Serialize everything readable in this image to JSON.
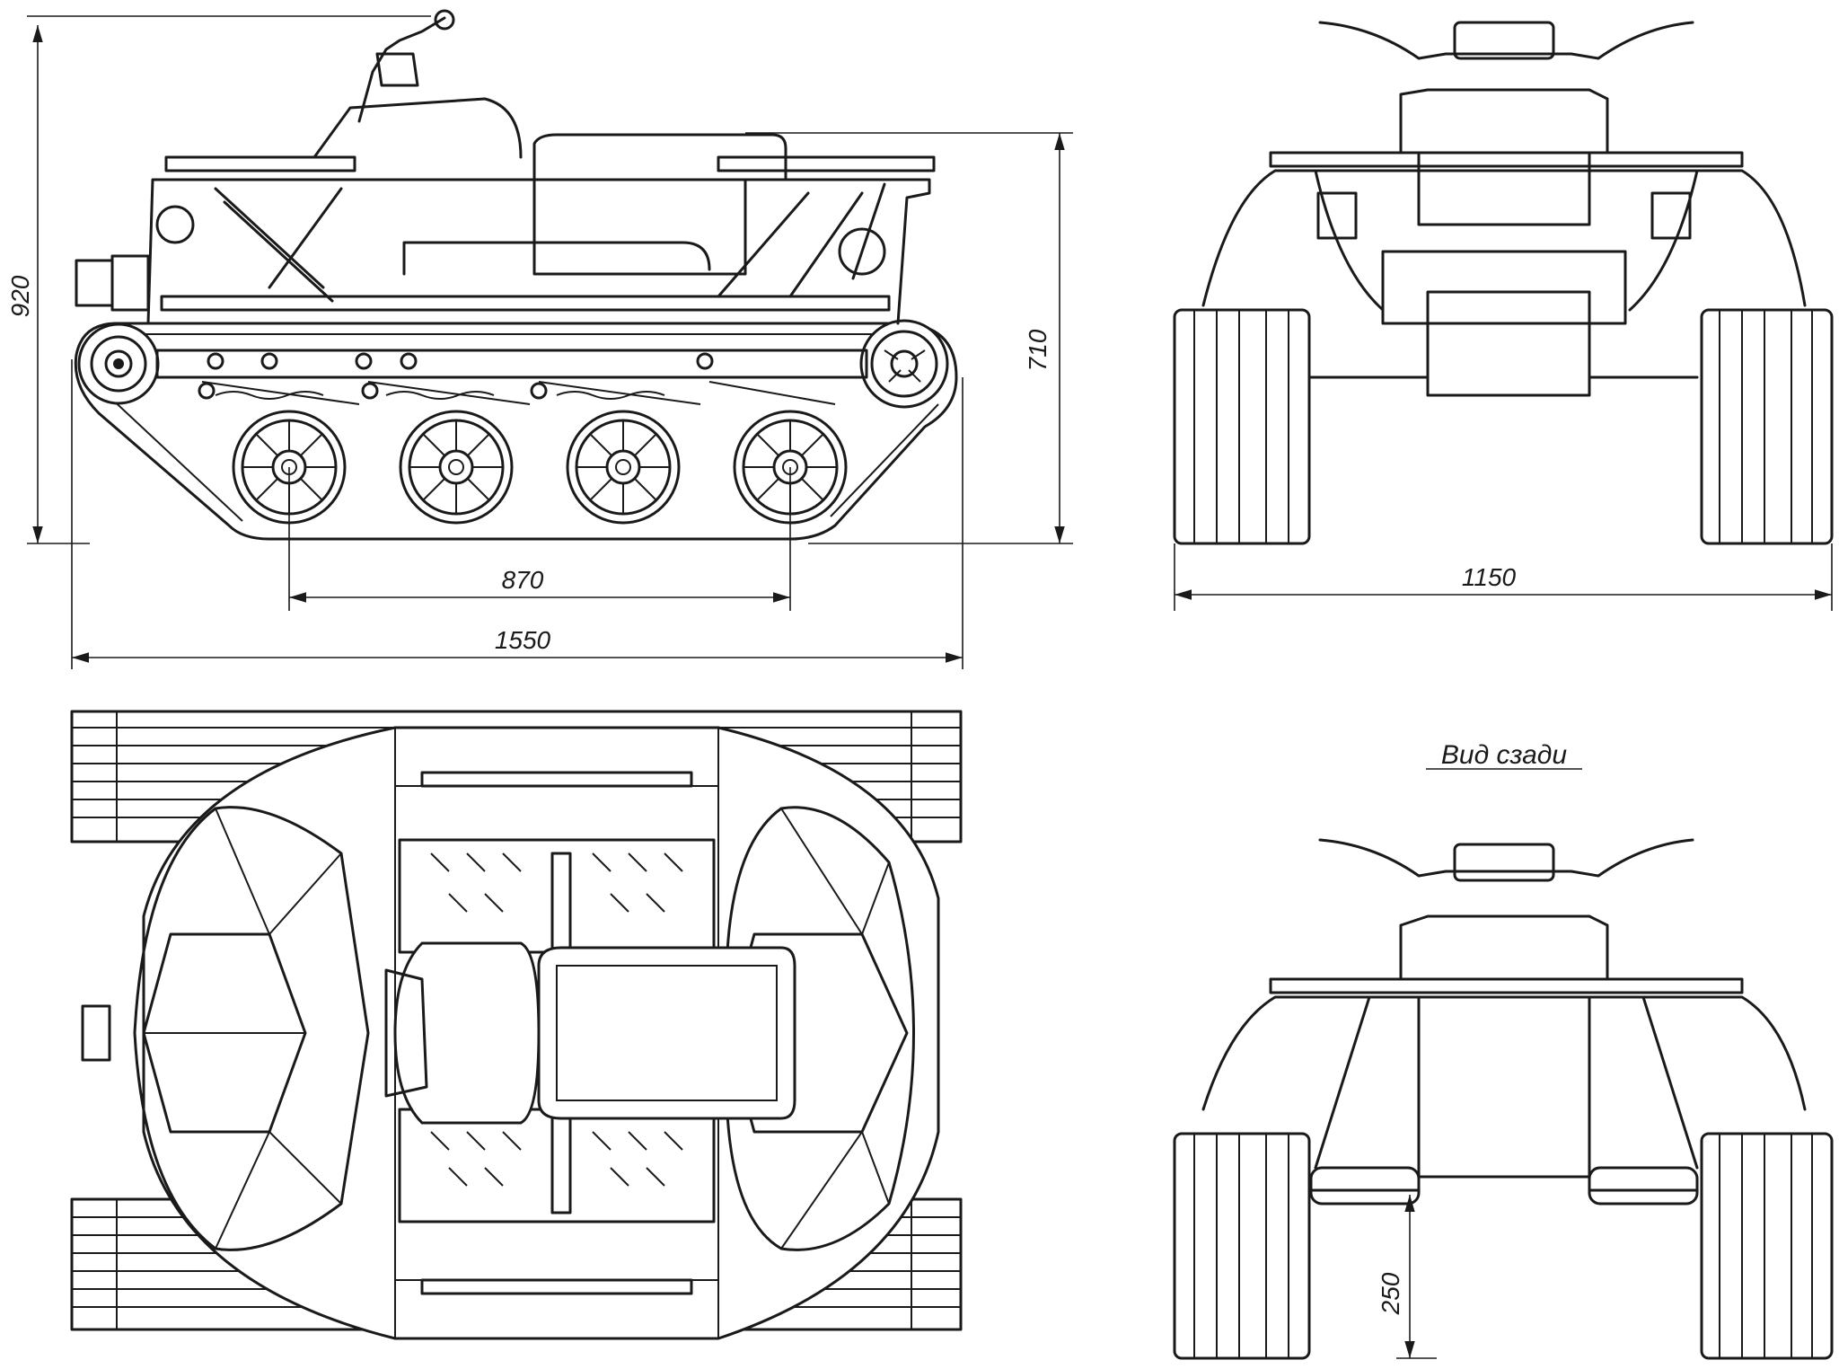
{
  "dimensions": {
    "overall_height": "920",
    "track_height": "710",
    "wheelbase": "870",
    "overall_length": "1550",
    "overall_width": "1150",
    "ground_clearance": "250"
  },
  "captions": {
    "rear_view": "Вид сзади"
  }
}
